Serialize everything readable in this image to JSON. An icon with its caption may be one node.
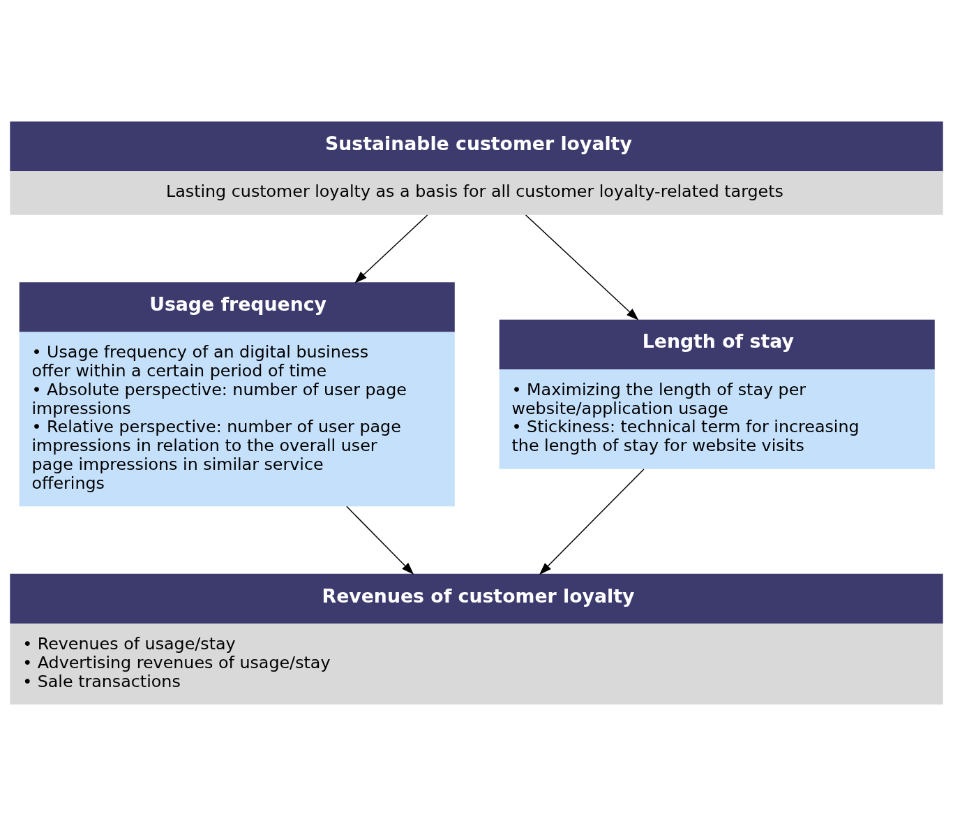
{
  "diagram": {
    "nodes": [
      {
        "text": [
          "Sustainable customer loyalty",
          "Lasting customer loyalty as a basis for all customer loyalty-related targets"
        ]
      },
      {
        "text": [
          "Usage frequency",
          "• Usage frequency of an digital business offer within a certain period of time",
          "• Absolute perspective: number of user page impressions",
          "• Relative perspective: number of user page impressions in relation to the overall user page impressions in similar service offerings"
        ]
      },
      {
        "text": [
          "Length of stay",
          "• Maximizing the length of stay per website/application usage",
          "• Stickiness: technical term for increasing the length of stay for website visits"
        ]
      },
      {
        "text": [
          "Revenues of customer loyalty",
          "• Revenues of usage/stay",
          "• Advertising revenues of usage/stay",
          "• Sale transactions"
        ]
      }
    ],
    "edges": [
      {
        "from": 0,
        "to": 1,
        "arrow": "to"
      },
      {
        "from": 0,
        "to": 2,
        "arrow": "to"
      },
      {
        "from": 1,
        "to": 3,
        "arrow": "to"
      },
      {
        "from": 2,
        "to": 3,
        "arrow": "to"
      }
    ]
  }
}
